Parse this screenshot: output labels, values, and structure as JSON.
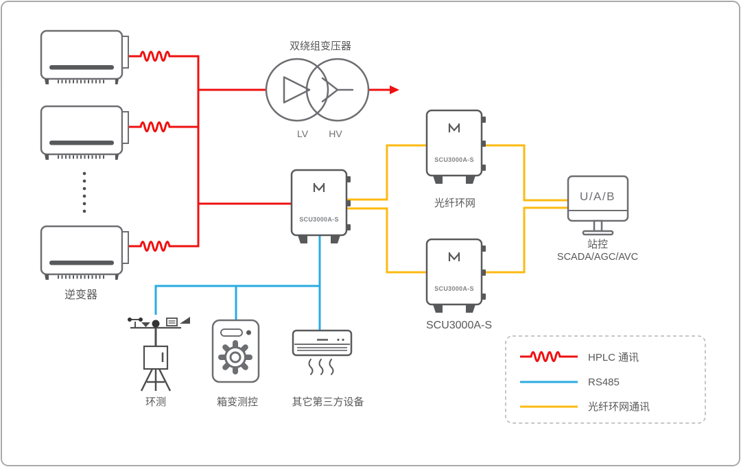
{
  "diagram": {
    "inverters": {
      "label": "逆变器"
    },
    "transformer": {
      "title": "双绕组变压器",
      "lv_label": "LV",
      "hv_label": "HV"
    },
    "scu": {
      "model": "SCU3000A-S",
      "caption": "SCU3000A-S",
      "fiber_ring_label": "光纤环网"
    },
    "station": {
      "screen_text": "U/A/B",
      "caption_line1": "站控",
      "caption_line2": "SCADA/AGC/AVC"
    },
    "peripherals": {
      "weather_label": "环测",
      "box_transformer_label": "箱变测控",
      "third_party_label": "其它第三方设备"
    }
  },
  "legend": {
    "items": [
      {
        "label": "HPLC 通讯",
        "line_style": "zigzag",
        "color_key": "hplc"
      },
      {
        "label": "RS485",
        "line_style": "solid",
        "color_key": "rs485"
      },
      {
        "label": "光纤环网通讯",
        "line_style": "solid",
        "color_key": "fiber"
      }
    ]
  },
  "colors": {
    "hplc": "#ee1111",
    "rs485": "#29abe2",
    "fiber": "#fcba12",
    "device_outline": "#6d6e71",
    "device_dark": "#58595b",
    "label_text": "#595757"
  }
}
